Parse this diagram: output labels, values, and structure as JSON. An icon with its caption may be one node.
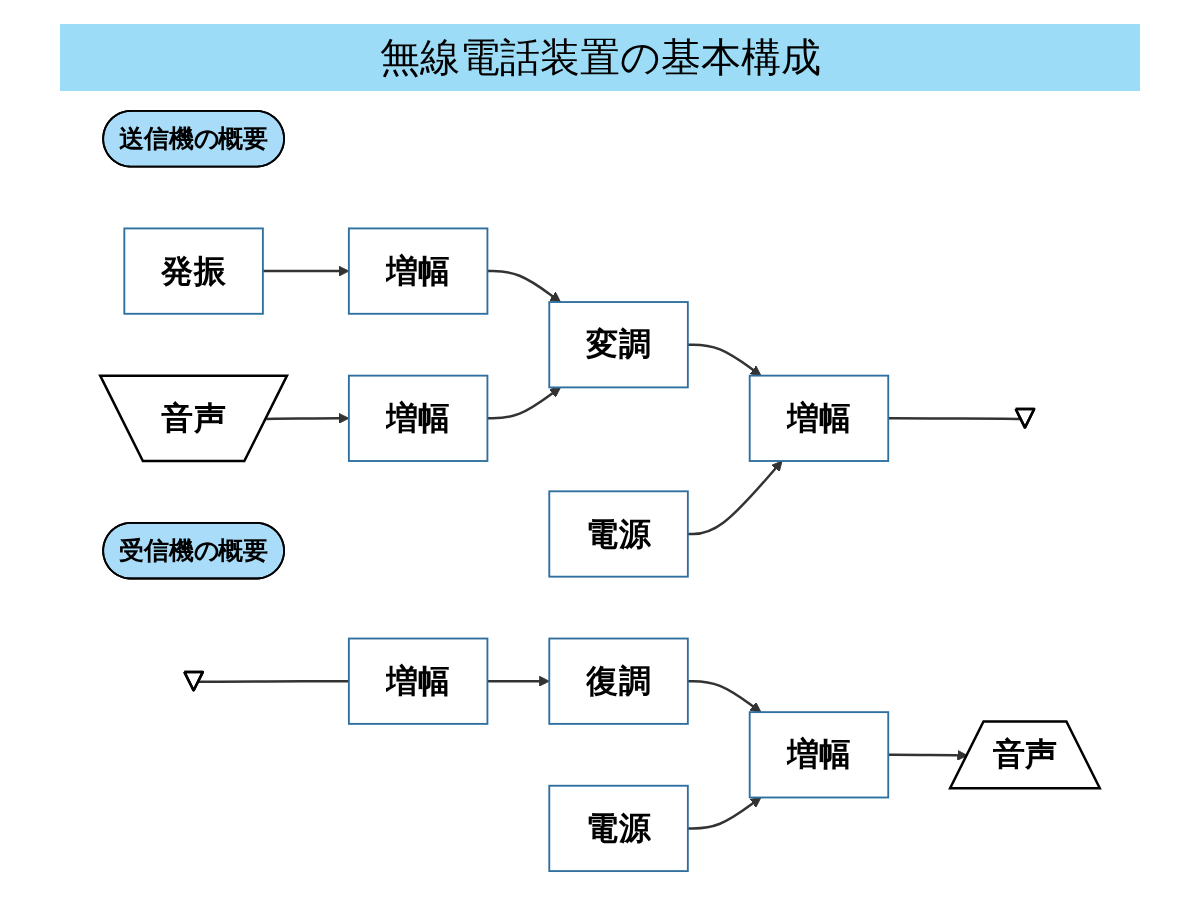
{
  "diagram": {
    "title": "無線電話装置の基本構成",
    "nodes": [
      {
        "text": [
          "送信機の概要"
        ]
      },
      {
        "text": [
          "発振"
        ]
      },
      {
        "text": [
          "増幅"
        ]
      },
      {
        "text": [
          "変調"
        ]
      },
      {
        "text": [
          "増幅"
        ]
      },
      {
        "text": [],
        "shape": "antenna"
      },
      {
        "text": [
          "音声"
        ]
      },
      {
        "text": [
          "増幅"
        ]
      },
      {
        "text": [
          "電源"
        ]
      },
      {
        "text": [
          "受信機の概要"
        ]
      },
      {
        "text": [],
        "shape": "antenna"
      },
      {
        "text": [
          "増幅"
        ]
      },
      {
        "text": [
          "復調"
        ]
      },
      {
        "text": [
          "増幅"
        ]
      },
      {
        "text": [
          "音声"
        ]
      },
      {
        "text": [
          "電源"
        ]
      }
    ],
    "edges": [
      {
        "from": 1,
        "to": 2,
        "arrow": "to"
      },
      {
        "from": 2,
        "to": 3,
        "arrow": "to"
      },
      {
        "from": 3,
        "to": 4,
        "arrow": "to"
      },
      {
        "from": 4,
        "to": 5,
        "arrow": "none"
      },
      {
        "from": 6,
        "to": 7,
        "arrow": "to"
      },
      {
        "from": 7,
        "to": 3,
        "arrow": "to"
      },
      {
        "from": 8,
        "to": 4,
        "arrow": "to"
      },
      {
        "from": 10,
        "to": 11,
        "arrow": "none"
      },
      {
        "from": 11,
        "to": 12,
        "arrow": "to"
      },
      {
        "from": 12,
        "to": 13,
        "arrow": "to"
      },
      {
        "from": 13,
        "to": 14,
        "arrow": "to"
      },
      {
        "from": 15,
        "to": 13,
        "arrow": "to"
      }
    ]
  }
}
